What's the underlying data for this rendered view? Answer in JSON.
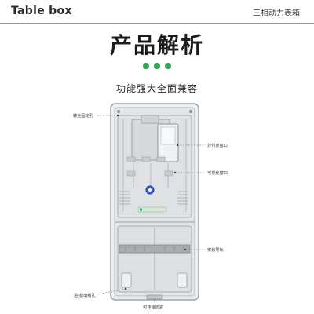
{
  "header": {
    "brand": "Table box",
    "product_type": "三相动力表箱"
  },
  "main_title": "产品解析",
  "accent_color": "#2fa84f",
  "feature_text": "功能强大全面兼容",
  "callouts": {
    "top_left": "螺丝固定孔",
    "meter_window": "抄付表窗口",
    "visual_window": "可视化窗口",
    "rail": "安装导轨",
    "inlet": "进线/出线孔",
    "anti_theft": "可挂锁防盗"
  }
}
